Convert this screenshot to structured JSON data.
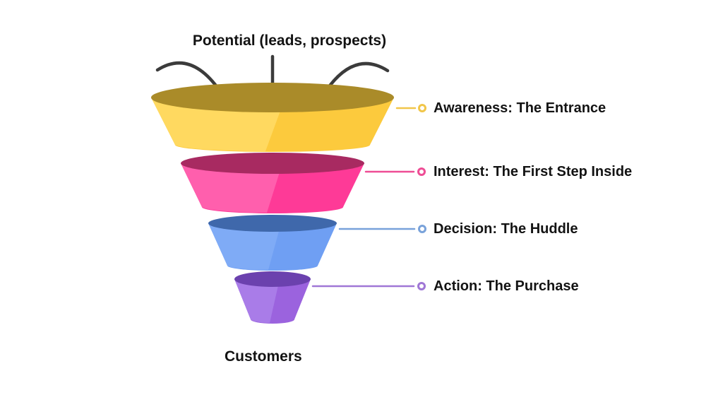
{
  "page": {
    "background": "#ffffff",
    "text_color": "#131313"
  },
  "title": "Potential (leads, prospects)",
  "bottom_label": "Customers",
  "arrows": {
    "color": "#3b3b3b"
  },
  "tiers": [
    {
      "name": "awareness",
      "label": "Awareness: The Entrance",
      "top_color": "#aa8b29",
      "side_color": "#fcca3d",
      "highlight_color": "#ffd960",
      "line_color": "#f1c64a"
    },
    {
      "name": "interest",
      "label": "Interest: The First Step Inside",
      "top_color": "#a82a61",
      "side_color": "#fe3a97",
      "highlight_color": "#ff5fad",
      "line_color": "#ee4d95"
    },
    {
      "name": "decision",
      "label": "Decision: The Huddle",
      "top_color": "#3f68ab",
      "side_color": "#6f9ff3",
      "highlight_color": "#7fabf6",
      "line_color": "#79a2da"
    },
    {
      "name": "action",
      "label": "Action: The Purchase",
      "top_color": "#6b41ae",
      "side_color": "#9b63de",
      "highlight_color": "#a97ce8",
      "line_color": "#a077d6"
    }
  ]
}
